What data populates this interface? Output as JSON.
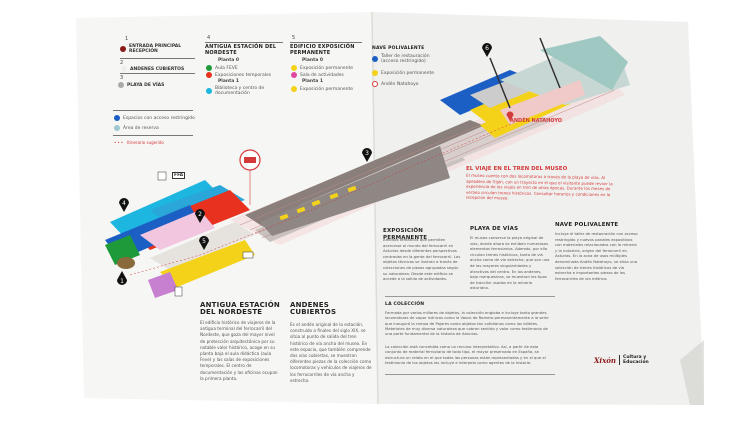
{
  "legend": {
    "entrance": {
      "num": "1",
      "label": "ENTRADA PRINCIPAL RECEPCIÓN",
      "color": "#8b1a1a"
    },
    "covered": {
      "num": "2",
      "label": "ANDENES CUBIERTOS"
    },
    "tracks": {
      "num": "3",
      "label": "PLAYA DE VÍAS",
      "color": "#aaaaaa"
    },
    "station": {
      "num": "4",
      "title": "ANTIGUA ESTACIÓN DEL NORDESTE",
      "floor0": "Planta 0",
      "items0": [
        {
          "label": "Aula FEVE",
          "color": "#1f9a3a"
        },
        {
          "label": "Exposiciones temporales",
          "color": "#e8311e"
        }
      ],
      "floor1": "Planta 1",
      "items1": [
        {
          "label": "Biblioteca y centro de documentación",
          "color": "#1cb6e0"
        }
      ]
    },
    "building": {
      "num": "5",
      "title": "EDIFICIO EXPOSICIÓN PERMANENTE",
      "floor0": "Planta 0",
      "items0": [
        {
          "label": "Exposición permanente",
          "color": "#f5d21a"
        },
        {
          "label": "Sala de actividades",
          "color": "#e0479e"
        }
      ],
      "floor1": "Planta 1",
      "items1": [
        {
          "label": "Exposición permanente",
          "color": "#f5d21a"
        }
      ]
    },
    "hall": {
      "title": "NAVE POLIVALENTE",
      "items": [
        {
          "label": "Taller de restauración (acceso restringido)",
          "color": "#1c5fc4"
        },
        {
          "label": "Exposición permanente",
          "color": "#f5d21a"
        },
        {
          "label": "Andén Natahoyo",
          "color": "#d33a3a"
        }
      ]
    },
    "extra": [
      {
        "label": "Espacios con acceso restringido",
        "color": "#1c5fc4"
      },
      {
        "label": "Área de reserva",
        "color": "#9ec7cf"
      }
    ],
    "route": "Itinerario sugerido"
  },
  "map": {
    "markers": [
      "1",
      "2",
      "3",
      "4",
      "5",
      "6"
    ],
    "platform_label": "ANDÉN NATAHOYO",
    "ticket_label": "FFA"
  },
  "trip": {
    "title": "EL VIAJE EN EL TREN DEL MUSEO",
    "text": "El museo cuenta con dos locomotoras a través de la playa de vías. Al apeadero de Gijón, con un trayecto en el que el visitante puede revivir la experiencia de los viajes en tren de otras épocas. Durante los meses de verano circulan trenes históricos. Consultar horarios y condiciones en la recepción del museo."
  },
  "sections": [
    {
      "title": "ANTIGUA ESTACIÓN DEL NORDESTE",
      "text": "El edificio histórico de viajeros de la antigua terminal del ferrocarril del Nordeste, que goza del mayor nivel de protección arquitectónica por su notable valor histórico, acoge en su planta baja el aula didáctica (aula Feve) y las salas de exposiciones temporales. El centro de documentación y las oficinas ocupan la primera planta."
    },
    {
      "title": "ANDENES CUBIERTOS",
      "text": "Es el andén original de la estación, construido a finales del siglo XIX, se sitúa al punto de salida del tren histórico de vía ancha del museo. En este espacio, que también comprende dos vías cubiertas, se muestran diferentes piezas de la colección como locomotoras y vehículos de viajeros de los ferrocarriles de vía ancha y estrecha."
    },
    {
      "title": "EXPOSICIÓN PERMANENTE",
      "text": "Ámbitos temáticos que permiten acercarse al mundo del ferrocarril en Asturias desde diferentes perspectivas centradas en la gente del ferrocarril. Los objetos técnicos se ilustran a través de colecciones de piezas agrupadas según su naturaleza. Desde este edificio se accede a la salida de actividades."
    },
    {
      "title": "PLAYA DE VÍAS",
      "text": "El museo conserva la playa original de vías, donde ahora se exhiben numerosos elementos ferroviarios. Además, por ella circulan trenes históricos, tanto de vía ancha como de vía estrecha, que son una de las mayores singularidades y atractivos del centro. En los andenes, bajo marquesinas, se muestran los tipos de tracción usados en la minería asturiana."
    },
    {
      "title": "NAVE POLIVALENTE",
      "text": "Incluye el taller de restauración con acceso restringido y nuevos panales expositivos con materiales relacionados con la minería y la industria, origen del ferrocarril en Asturias. En la zona de usos múltiples denominada Andén Natahoyo, se sitúa una selección de trenes históricos de vía estrecha e importantes piezas de los ferrocarriles de vía métrica."
    }
  ],
  "collection": {
    "title": "LA COLECCIÓN",
    "p1": "Formada por varios millares de objetos, la colección engloba e incluye tanto grandes locomotoras de vapor icónicas como la Vasco de Romero permanentemente a la serie que inauguró la rampa de Pajares como objetos tan cotidianos como los billetes. Materiales de muy diversa naturaleza que cobran sentido y valor como testimonio de una parte fundamental de la historia de Asturias.",
    "p2": "La colección está concebida como un recurso interpretativo. Así, a partir de esta conjunto de material ferroviario de todo tipo, el mayor preservado en España, se estructura un relato en el que todas las personas están representadas y en el que el testimonio de los objetos las incluye e interpela como agentes de la historia."
  },
  "logo": {
    "city": "Xixón",
    "dept": "Cultura y Educación"
  }
}
